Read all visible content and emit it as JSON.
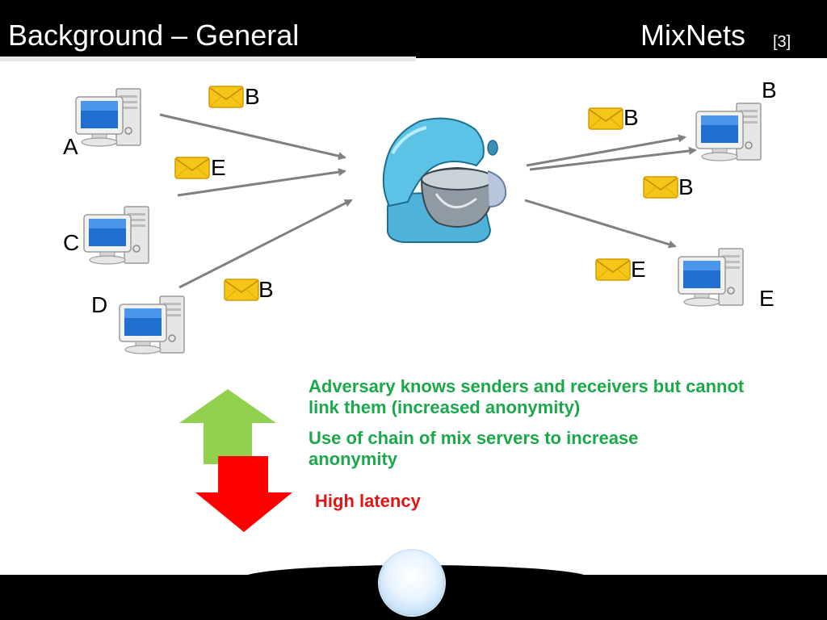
{
  "header": {
    "title": "Background – General",
    "topic": "MixNets",
    "reference": "[3]"
  },
  "nodes": {
    "sender_a": "A",
    "sender_c": "C",
    "sender_d": "D",
    "receiver_b": "B",
    "receiver_e": "E"
  },
  "messages": {
    "from_a_b": "B",
    "from_a_e": "E",
    "from_d_b": "B",
    "to_b_1": "B",
    "to_b_2": "B",
    "to_e": "E"
  },
  "points": {
    "pro_1": "Adversary knows senders and receivers but cannot link them (increased anonymity)",
    "pro_2": "Use of chain of mix servers to increase anonymity",
    "con_1": "High latency"
  },
  "colors": {
    "pro": "#1aa84a",
    "con": "#e01515",
    "up_arrow": "#92d050",
    "down_arrow": "#ff0000",
    "envelope": "#f5c518"
  },
  "icons": {
    "computer": "computer-icon",
    "mixer": "mixer-icon",
    "envelope": "envelope-icon"
  }
}
